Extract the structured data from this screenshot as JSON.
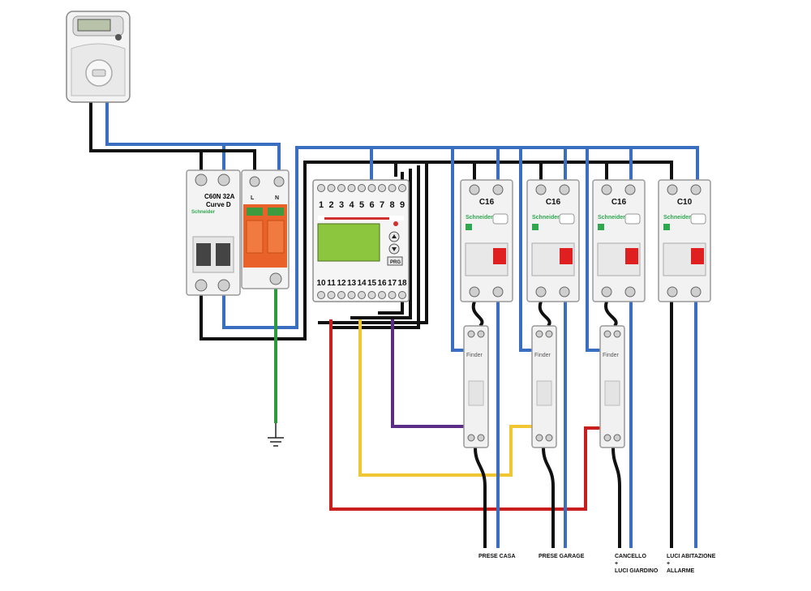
{
  "colors": {
    "live": "#111111",
    "neutral": "#3a6ec0",
    "earth": "#2c9a3c",
    "red": "#c81e1e",
    "yellow": "#f0c632",
    "purple": "#5c2d86",
    "spd_orange": "#e8622a",
    "device_grey": "#f2f2f2",
    "brand_green": "#2fa84f",
    "handle_red": "#e02020"
  },
  "main_breaker": {
    "line1": "C60N 32A",
    "line2": "Curve D",
    "brand": "Schneider"
  },
  "surge_protector": {
    "terminal_labels": [
      "L",
      "N"
    ]
  },
  "controller": {
    "top_terminals": [
      "1",
      "2",
      "3",
      "4",
      "5",
      "6",
      "7",
      "8",
      "9"
    ],
    "bottom_terminals": [
      "10",
      "11",
      "12",
      "13",
      "14",
      "15",
      "16",
      "17",
      "18"
    ],
    "button_label": "PRG"
  },
  "breakers": [
    {
      "rating": "C16",
      "brand": "Schneider",
      "load_label": [
        "PRESE CASA"
      ]
    },
    {
      "rating": "C16",
      "brand": "Schneider",
      "load_label": [
        "PRESE GARAGE"
      ]
    },
    {
      "rating": "C16",
      "brand": "Schneider",
      "load_label": [
        "CANCELLO",
        "+",
        "LUCI GIARDINO"
      ]
    },
    {
      "rating": "C10",
      "brand": "Schneider",
      "load_label": [
        "LUCI ABITAZIONE",
        "+",
        "ALLARME"
      ]
    }
  ],
  "contactors": [
    {
      "brand": "Finder"
    },
    {
      "brand": "Finder"
    },
    {
      "brand": "Finder"
    }
  ]
}
